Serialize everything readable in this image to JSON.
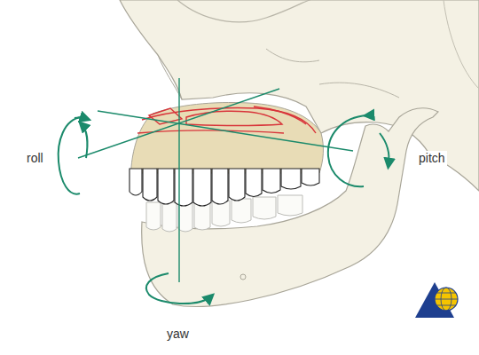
{
  "diagram": {
    "labels": [
      "roll",
      "pitch",
      "yaw"
    ]
  }
}
